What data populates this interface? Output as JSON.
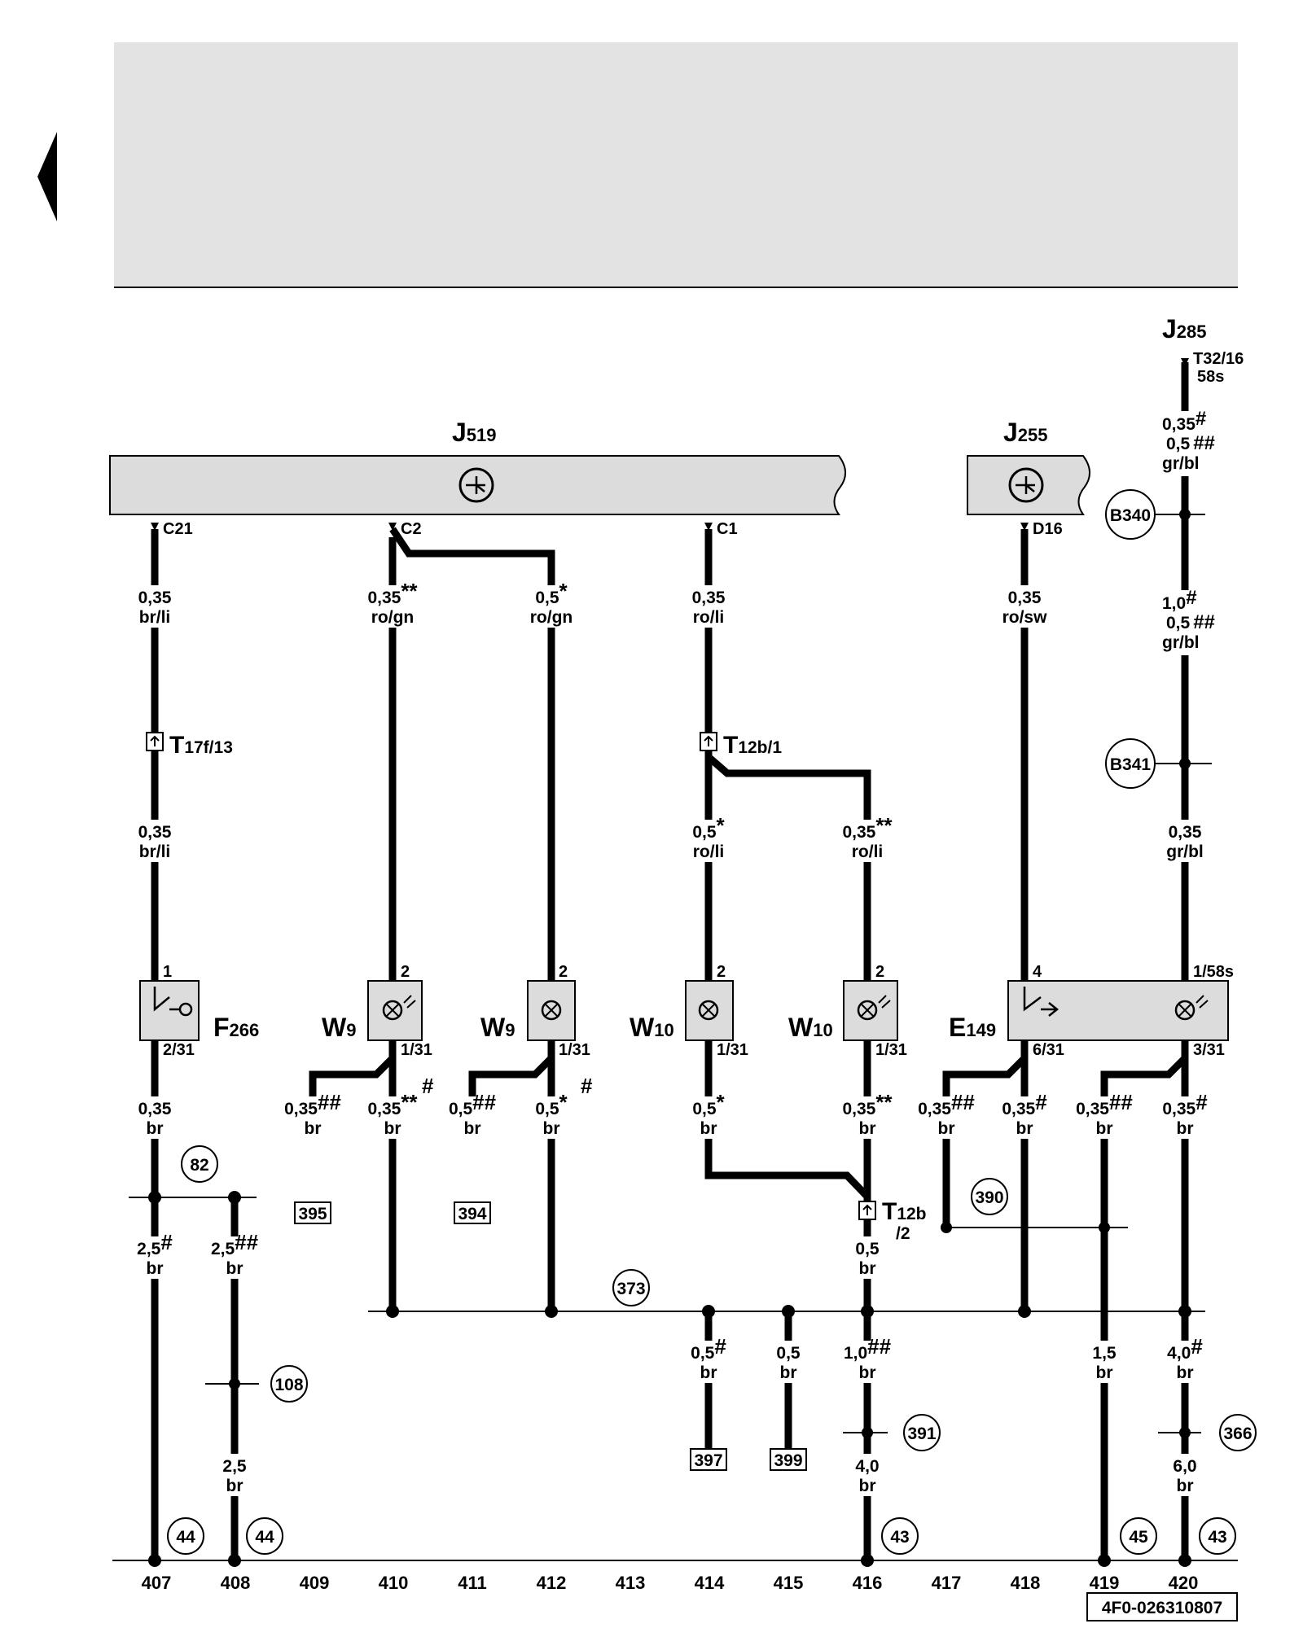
{
  "diagram": {
    "doc_id": "4F0-026310807",
    "components": {
      "j519": {
        "letter": "J",
        "sub": "519"
      },
      "j255": {
        "letter": "J",
        "sub": "255"
      },
      "j285": {
        "letter": "J",
        "sub": "285"
      },
      "f266": {
        "letter": "F",
        "sub": "266"
      },
      "w9a": {
        "letter": "W",
        "sub": "9"
      },
      "w9b": {
        "letter": "W",
        "sub": "9"
      },
      "w10a": {
        "letter": "W",
        "sub": "10"
      },
      "w10b": {
        "letter": "W",
        "sub": "10"
      },
      "e149": {
        "letter": "E",
        "sub": "149"
      }
    },
    "connectors": {
      "t17f": {
        "letter": "T",
        "sub": "17f/13"
      },
      "t12b1": {
        "letter": "T",
        "sub": "12b/1"
      },
      "t12b2": {
        "letter": "T",
        "sub": "12b",
        "sub2": "/2"
      }
    },
    "j285_pin": [
      "T32/16",
      "58s"
    ],
    "pins": [
      "C21",
      "C2",
      "C1",
      "D16",
      "1",
      "2",
      "2",
      "2",
      "2",
      "4",
      "1/58s",
      "2/31",
      "1/31",
      "1/31",
      "1/31",
      "1/31",
      "6/31",
      "3/31"
    ],
    "wire_labels": [
      {
        "size": "0,35",
        "mark": "",
        "color": "br/li"
      },
      {
        "size": "0,35",
        "mark": "**",
        "color": "ro/gn"
      },
      {
        "size": "0,5",
        "mark": "*",
        "color": "ro/gn"
      },
      {
        "size": "0,35",
        "mark": "",
        "color": "ro/li"
      },
      {
        "size": "0,35",
        "mark": "",
        "color": "ro/sw"
      },
      {
        "size": "0,35",
        "mark": "",
        "color": "br/li"
      },
      {
        "size": "0,5",
        "mark": "*",
        "color": "ro/li"
      },
      {
        "size": "0,35",
        "mark": "**",
        "color": "ro/li"
      },
      {
        "size": "0,35",
        "mark": "",
        "color": "br"
      },
      {
        "size": "0,35",
        "mark": "##",
        "color": "br"
      },
      {
        "size": "0,35",
        "mark": "**",
        "color": "br",
        "mark2": "#"
      },
      {
        "size": "0,5",
        "mark": "##",
        "color": "br"
      },
      {
        "size": "0,5",
        "mark": "*",
        "color": "br",
        "mark2": "#"
      },
      {
        "size": "0,5",
        "mark": "*",
        "color": "br"
      },
      {
        "size": "0,35",
        "mark": "**",
        "color": "br"
      },
      {
        "size": "0,35",
        "mark": "##",
        "color": "br"
      },
      {
        "size": "0,35",
        "mark": "#",
        "color": "br"
      },
      {
        "size": "0,35",
        "mark": "##",
        "color": "br"
      },
      {
        "size": "0,35",
        "mark": "#",
        "color": "br"
      },
      {
        "size": "2,5",
        "mark": "#",
        "color": "br"
      },
      {
        "size": "2,5",
        "mark": "##",
        "color": "br"
      },
      {
        "size": "0,5",
        "mark": "",
        "color": "br"
      },
      {
        "size": "2,5",
        "mark": "",
        "color": "br"
      },
      {
        "size": "0,5",
        "mark": "#",
        "color": "br"
      },
      {
        "size": "0,5",
        "mark": "",
        "color": "br"
      },
      {
        "size": "1,0",
        "mark": "##",
        "color": "br"
      },
      {
        "size": "1,5",
        "mark": "",
        "color": "br"
      },
      {
        "size": "4,0",
        "mark": "#",
        "color": "br"
      },
      {
        "size": "4,0",
        "mark": "",
        "color": "br"
      },
      {
        "size": "6,0",
        "mark": "",
        "color": "br"
      },
      {
        "size": "0,35",
        "mark": "",
        "color": "gr/bl"
      }
    ],
    "j285_wire_1": {
      "a_size": "0,35",
      "a_mark": "#",
      "b_size": "0,5",
      "b_mark": "##",
      "color": "gr/bl"
    },
    "j285_wire_2": {
      "a_size": "1,0",
      "a_mark": "#",
      "b_size": "0,5",
      "b_mark": "##",
      "color": "gr/bl"
    },
    "circle_refs": [
      "B340",
      "B341",
      "82",
      "108",
      "390",
      "373",
      "391",
      "366",
      "44",
      "44",
      "43",
      "45",
      "43"
    ],
    "box_refs": [
      "395",
      "394",
      "397",
      "399"
    ],
    "tracks": [
      "407",
      "408",
      "409",
      "410",
      "411",
      "412",
      "413",
      "414",
      "415",
      "416",
      "417",
      "418",
      "419",
      "420"
    ]
  }
}
